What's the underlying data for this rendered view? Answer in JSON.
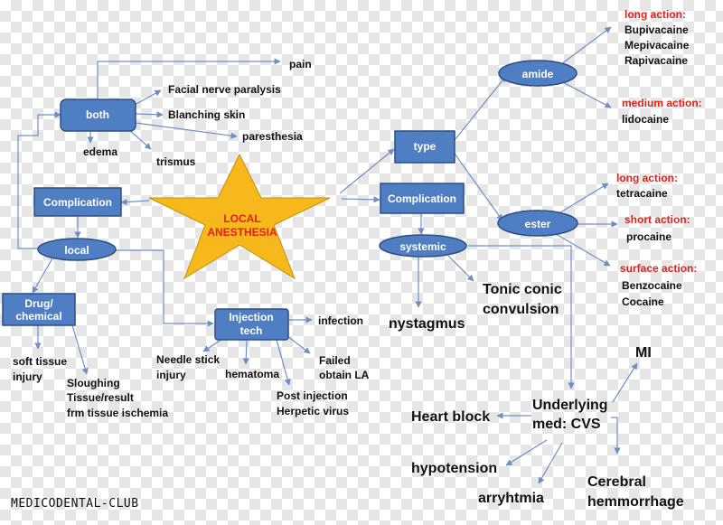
{
  "center": {
    "line1": "LOCAL",
    "line2": "ANESTHESIA"
  },
  "left": {
    "complication": "Complication",
    "both": "both",
    "local": "local",
    "drug_chemical": {
      "line1": "Drug/",
      "line2": "chemical"
    },
    "injection_tech": {
      "line1": "Injection",
      "line2": "tech"
    },
    "pain": "pain",
    "facial_nerve": "Facial nerve paralysis",
    "blanching": "Blanching skin",
    "paresthesia": "paresthesia",
    "edema": "edema",
    "trismus": "trismus",
    "soft_tissue": {
      "line1": "soft tissue",
      "line2": "injury"
    },
    "sloughing": {
      "line1": "Sloughing",
      "line2": "Tissue/result",
      "line3": "frm tissue ischemia"
    },
    "needle_stick": {
      "line1": "Needle stick",
      "line2": "injury"
    },
    "hematoma": "hematoma",
    "infection": "infection",
    "failed": {
      "line1": "Failed",
      "line2": "obtain LA"
    },
    "herpetic": {
      "line1": "Post injection",
      "line2": "Herpetic virus"
    }
  },
  "right": {
    "type": "type",
    "amide": "amide",
    "ester": "ester",
    "complication": "Complication",
    "systemic": "systemic",
    "long_action_amide": "long action:",
    "bupivacaine": "Bupivacaine",
    "mepivacaine": "Mepivacaine",
    "rapivacaine": "Rapivacaine",
    "medium_action": "medium action:",
    "lidocaine": "lidocaine",
    "long_action_ester": "long action:",
    "tetracaine": "tetracaine",
    "short_action": "short action:",
    "procaine": "procaine",
    "surface_action": "surface action:",
    "benzocaine": "Benzocaine",
    "cocaine": "Cocaine",
    "nystagmus": "nystagmus",
    "tonic": {
      "line1": "Tonic conic",
      "line2": "convulsion"
    },
    "underlying": {
      "line1": "Underlying",
      "line2": "med: CVS"
    },
    "heart_block": "Heart block",
    "hypotension": "hypotension",
    "arrhythmia": "arryhtmia",
    "mi": "MI",
    "cerebral": {
      "line1": "Cerebral",
      "line2": "hemmorrhage"
    }
  },
  "watermark": "MEDICODENTAL-CLUB",
  "colors": {
    "box": "#4f7ec3",
    "line": "#6f8fc4",
    "star": "#f6b81a",
    "accent_red": "#e0211b"
  }
}
